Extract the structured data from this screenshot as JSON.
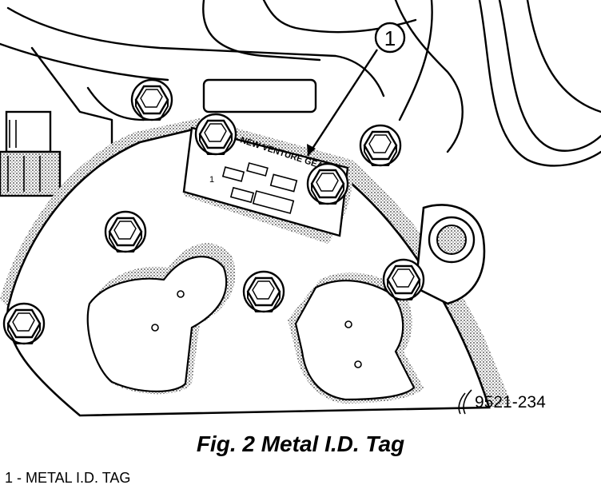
{
  "figure": {
    "callout_number": "1",
    "tag_text": "NEW VENTURE GEAR",
    "figure_code": "9521-234",
    "caption": "Fig. 2 Metal I.D. Tag",
    "legend": [
      {
        "label": "1 - METAL I.D. TAG"
      }
    ]
  }
}
